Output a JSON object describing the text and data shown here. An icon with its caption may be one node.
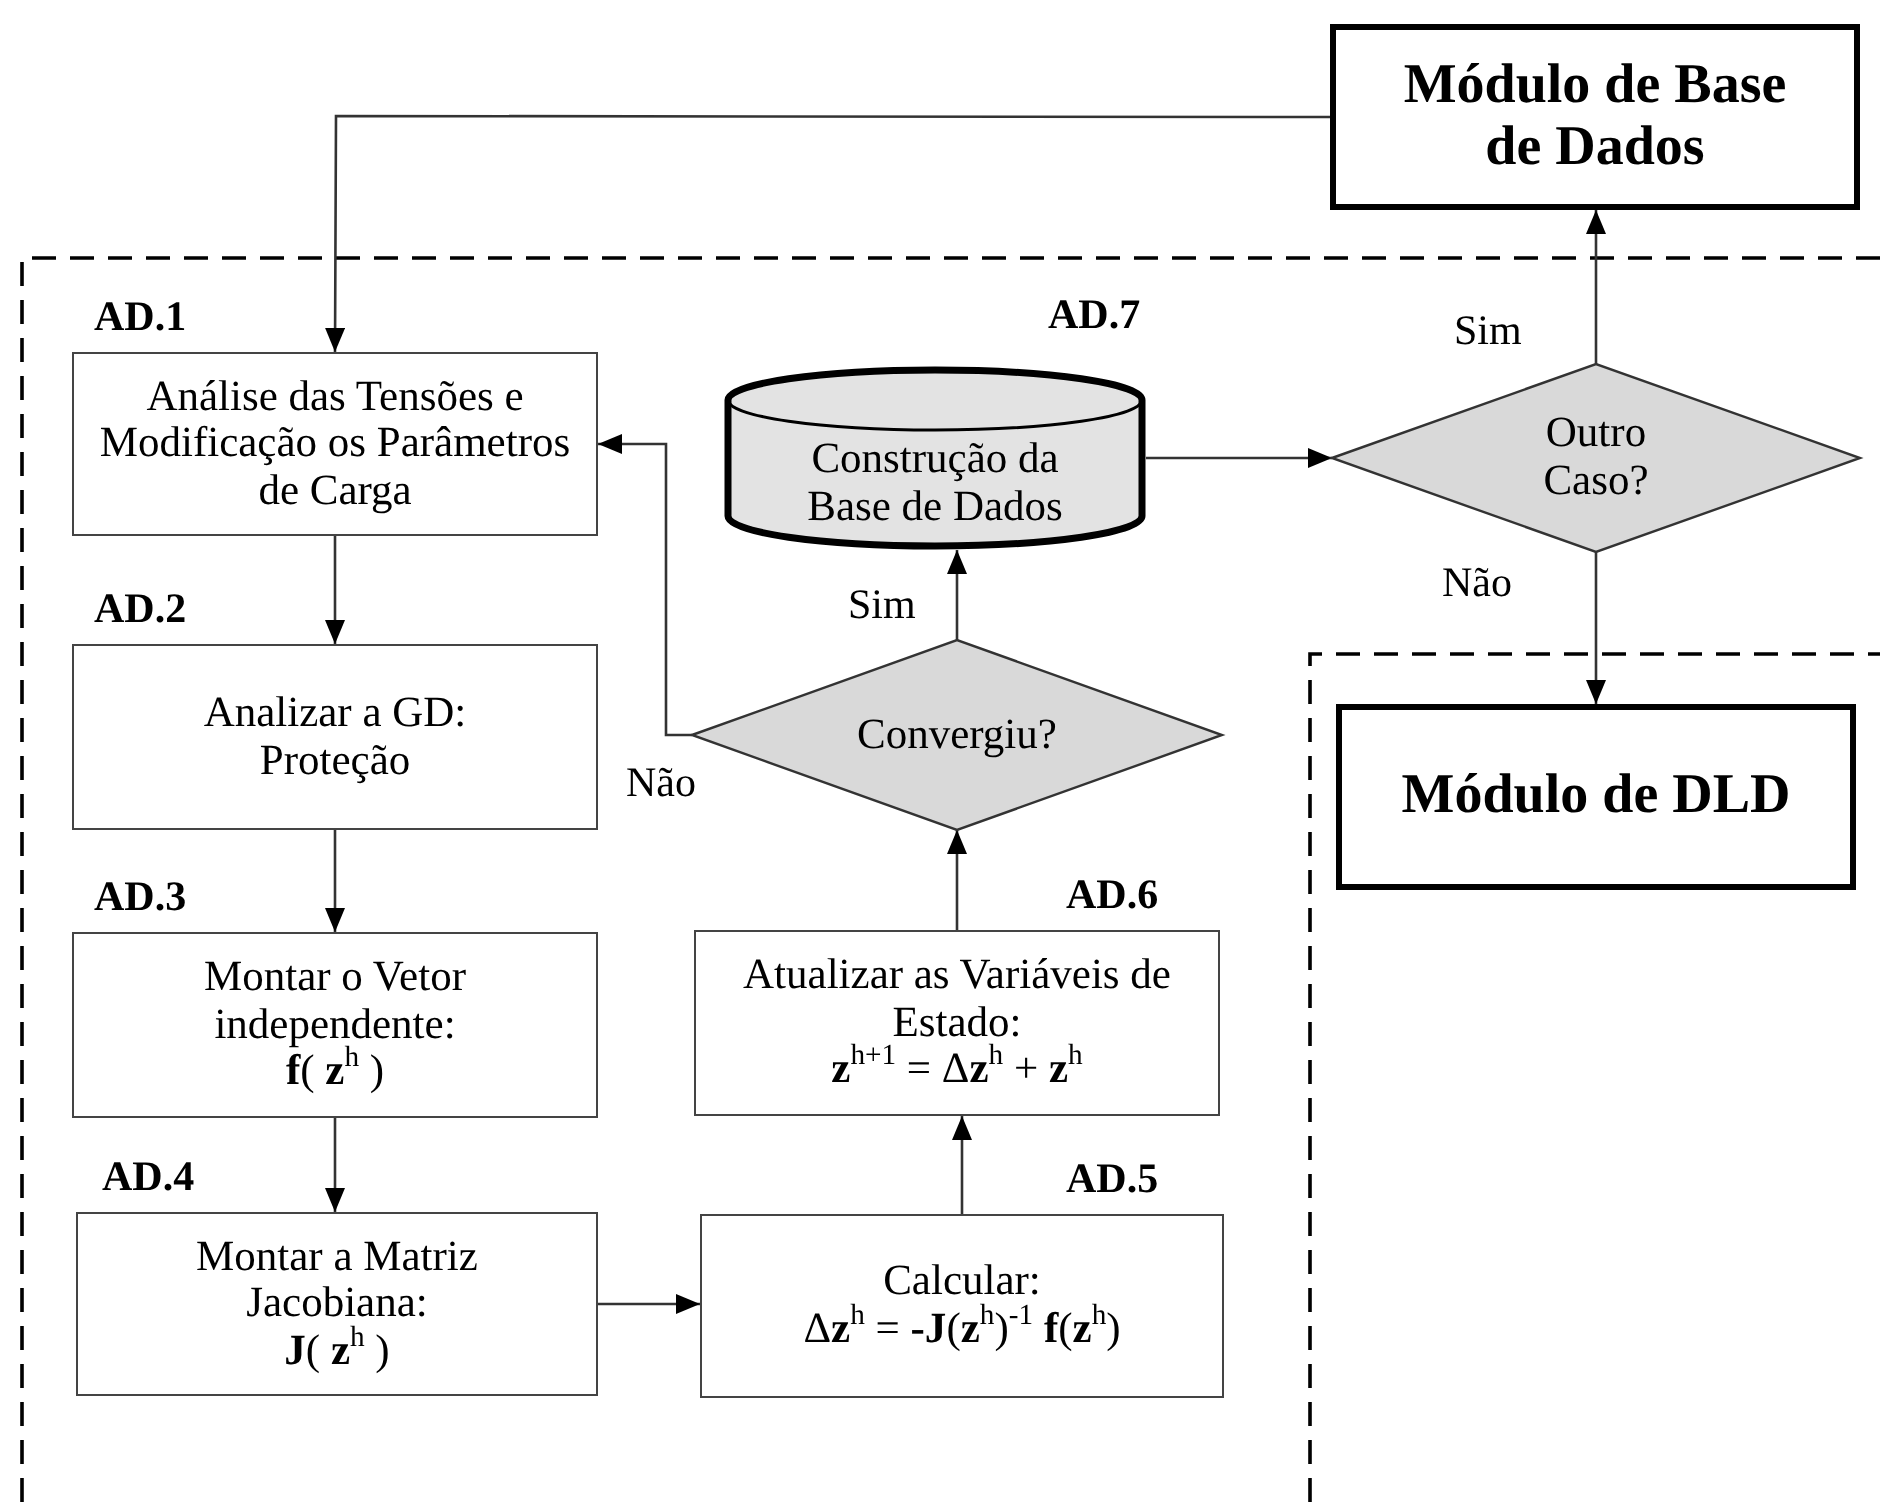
{
  "diagram": {
    "nodes": [
      {
        "text": [
          "Módulo de Base de Dados"
        ]
      },
      {
        "text": [
          "AD.1",
          "Análise das Tensões e Modificação os Parâmetros de Carga"
        ]
      },
      {
        "text": [
          "AD.2",
          "Analizar a GD: Proteção"
        ]
      },
      {
        "text": [
          "AD.3",
          "Montar o Vetor independente:",
          "**f**( **z**$^{h}$ )"
        ]
      },
      {
        "text": [
          "AD.4",
          "Montar a Matriz Jacobiana:",
          "**J**( **z**$^{h}$ )"
        ]
      },
      {
        "text": [
          "AD.5",
          "Calcular:",
          "Δ**z**$^{h}$ = **-J**(**z**$^{h}$)$^{-1}$ **f**(**z**$^{h}$)"
        ]
      },
      {
        "text": [
          "AD.6",
          "Atualizar as Variáveis de Estado:",
          "**z**$^{h+1}$ = Δ**z**$^{h}$ + **z**$^{h}$"
        ]
      },
      {
        "text": [
          "Convergiu?"
        ]
      },
      {
        "text": [
          "AD.7",
          "Construção da Base de Dados"
        ]
      },
      {
        "text": [
          "Outro Caso?"
        ]
      },
      {
        "text": [
          "Módulo de DLD"
        ]
      }
    ],
    "edges": [
      {
        "from": 0,
        "to": 1,
        "arrow": "to"
      },
      {
        "from": 1,
        "to": 2,
        "arrow": "to"
      },
      {
        "from": 2,
        "to": 3,
        "arrow": "to"
      },
      {
        "from": 3,
        "to": 4,
        "arrow": "to"
      },
      {
        "from": 4,
        "to": 5,
        "arrow": "to"
      },
      {
        "from": 5,
        "to": 6,
        "arrow": "to"
      },
      {
        "from": 6,
        "to": 7,
        "arrow": "to"
      },
      {
        "from": 7,
        "to": 8,
        "arrow": "to",
        "label": "Sim"
      },
      {
        "from": 7,
        "to": 1,
        "arrow": "to",
        "label": "Não"
      },
      {
        "from": 8,
        "to": 9,
        "arrow": "to"
      },
      {
        "from": 9,
        "to": 0,
        "arrow": "to",
        "label": "Sim"
      },
      {
        "from": 9,
        "to": 10,
        "arrow": "to",
        "label": "Não"
      }
    ]
  }
}
